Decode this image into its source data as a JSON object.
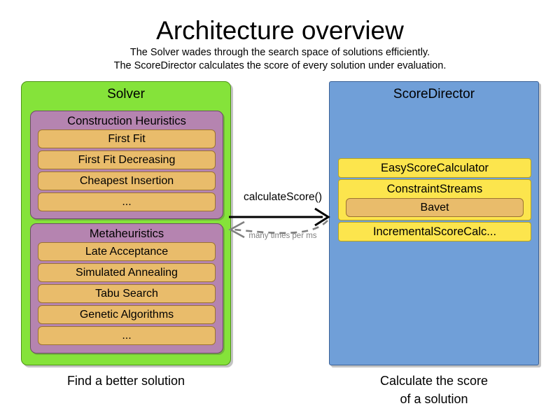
{
  "header": {
    "title": "Architecture overview",
    "subtitle_line_1": "The Solver wades through the search space of solutions efficiently.",
    "subtitle_line_2": "The ScoreDirector calculates the score of every solution under evaluation."
  },
  "colors": {
    "solver_panel": "#85e33a",
    "solver_panel_border": "#4f9416",
    "group_purple": "#b584b0",
    "group_purple_border": "#6e4a6a",
    "item_orange": "#e9bc6b",
    "item_orange_border": "#9c7331",
    "scoredirector_panel": "#709fd8",
    "scoredirector_panel_border": "#3b6196",
    "item_yellow": "#fce54d",
    "item_yellow_border": "#b9a41c",
    "arrow_solid": "#000000",
    "arrow_dashed": "#808080"
  },
  "solver": {
    "title": "Solver",
    "caption": "Find a better solution",
    "groups": [
      {
        "name": "construction-heuristics",
        "title": "Construction Heuristics",
        "items": [
          "First Fit",
          "First Fit Decreasing",
          "Cheapest Insertion",
          "..."
        ]
      },
      {
        "name": "metaheuristics",
        "title": "Metaheuristics",
        "items": [
          "Late Acceptance",
          "Simulated Annealing",
          "Tabu Search",
          "Genetic Algorithms",
          "..."
        ]
      }
    ]
  },
  "score_director": {
    "title": "ScoreDirector",
    "caption_line_1": "Calculate the score",
    "caption_line_2": "of a solution",
    "calculators": [
      {
        "label": "EasyScoreCalculator"
      },
      {
        "label": "ConstraintStreams",
        "nested": "Bavet"
      },
      {
        "label": "IncrementalScoreCalc..."
      }
    ]
  },
  "connector": {
    "request_label": "calculateScore()",
    "response_label": "many times per ms"
  }
}
